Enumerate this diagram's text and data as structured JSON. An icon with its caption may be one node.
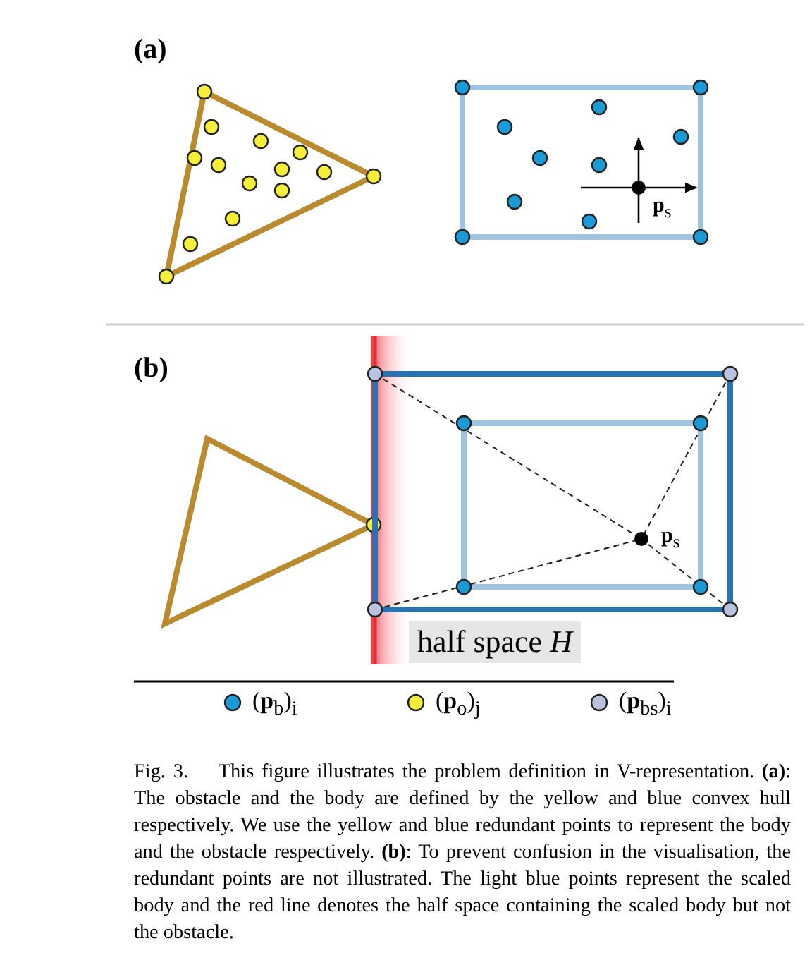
{
  "diagram": {
    "caption": "Fig. 3.    This figure illustrates the problem definition in V-representation. **(a)**: The obstacle and the body are defined by the yellow and blue convex hull respectively. We use the yellow and blue redundant points to represent the body and the obstacle respectively. **(b)**: To prevent confusion in the visualisation, the redundant points are not illustrated. The light blue points represent the scaled body and the red line denotes the half space containing the scaled body but not the obstacle.",
    "nodes": [
      {
        "text": [
          "half space *H*"
        ]
      }
    ],
    "labels": [
      "(a)",
      "**p**$_{s}$",
      "(b)",
      "**p**$_{s}$"
    ],
    "legend": [
      {
        "text": "(**p**$_{b}$)$_{i}$",
        "color": "#1b9ad6"
      },
      {
        "text": "(**p**$_{o}$)$_{j}$",
        "color": "#f5ee3a"
      },
      {
        "text": "(**p**$_{bs}$)$_{i}$",
        "color": "#b9c3df"
      }
    ]
  }
}
